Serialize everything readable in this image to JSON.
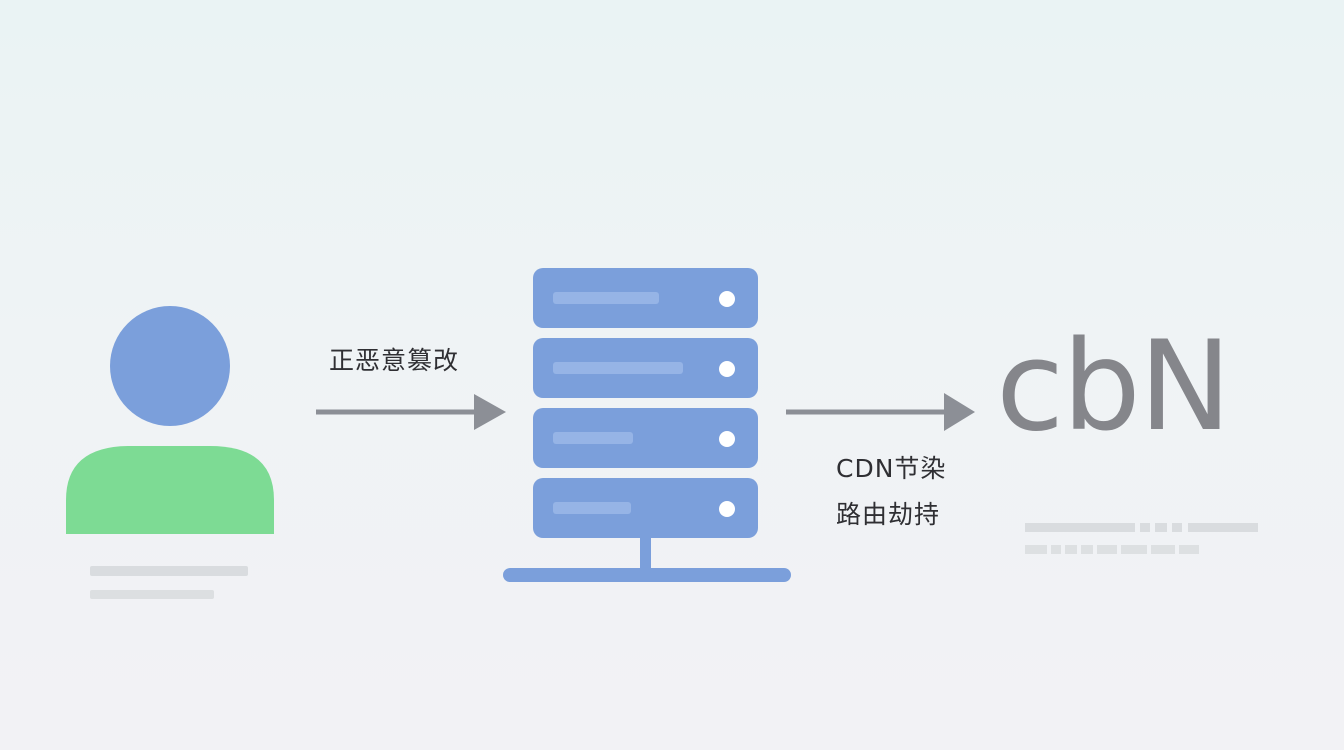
{
  "diagram": {
    "label_left": "正恶意篡改",
    "label_right_line1": "CDN节染",
    "label_right_line2": "路由劫持",
    "cdn_logo_text": "cbN"
  },
  "colors": {
    "user_head": "#7b9fdb",
    "user_body": "#7ddb94",
    "server": "#7b9fdb",
    "server_highlight": "#96b4e6",
    "arrow": "#8c8f96",
    "logo": "#85868b",
    "placeholder": "#d9dcdf"
  },
  "icons": {
    "user": "user-icon",
    "server": "server-stack-icon",
    "arrows": "arrow-right-icon"
  }
}
